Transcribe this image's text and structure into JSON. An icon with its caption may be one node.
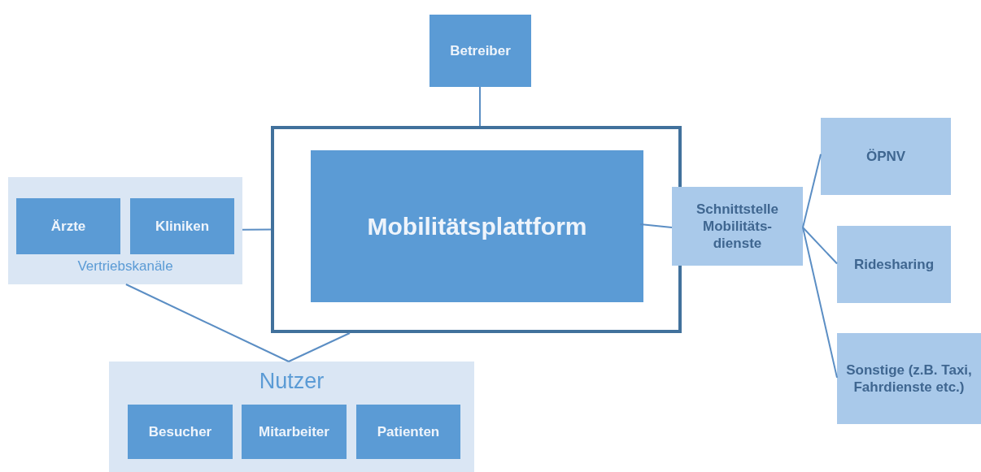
{
  "diagram": {
    "nodes": [
      {
        "text": [
          "Betreiber"
        ]
      },
      {
        "text": [],
        "shape": "box"
      },
      {
        "text": [
          "Mobilitätsplattform"
        ],
        "in": 1
      },
      {
        "text": [
          "Vertriebskanäle"
        ]
      },
      {
        "text": [
          "Ärzte"
        ],
        "in": 3
      },
      {
        "text": [
          "Kliniken"
        ],
        "in": 3
      },
      {
        "text": [
          "Schnittstelle Mobilitäts- dienste"
        ]
      },
      {
        "text": [
          "ÖPNV"
        ]
      },
      {
        "text": [
          "Ridesharing"
        ]
      },
      {
        "text": [
          "Sonstige (z.B. Taxi, Fahrdienste etc.)"
        ]
      },
      {
        "text": [
          "Nutzer"
        ]
      },
      {
        "text": [
          "Besucher"
        ],
        "in": 10
      },
      {
        "text": [
          "Mitarbeiter"
        ],
        "in": 10
      },
      {
        "text": [
          "Patienten"
        ],
        "in": 10
      }
    ],
    "edges": [
      {
        "from": 0,
        "to": 1,
        "arrow": "none"
      },
      {
        "from": 3,
        "to": 1,
        "arrow": "none"
      },
      {
        "from": 2,
        "to": 6,
        "arrow": "none"
      },
      {
        "from": 6,
        "to": 7,
        "arrow": "none"
      },
      {
        "from": 6,
        "to": 8,
        "arrow": "none"
      },
      {
        "from": 6,
        "to": 9,
        "arrow": "none"
      },
      {
        "from": 3,
        "to": 10,
        "arrow": "none"
      },
      {
        "from": 1,
        "to": 10,
        "arrow": "none"
      }
    ]
  }
}
